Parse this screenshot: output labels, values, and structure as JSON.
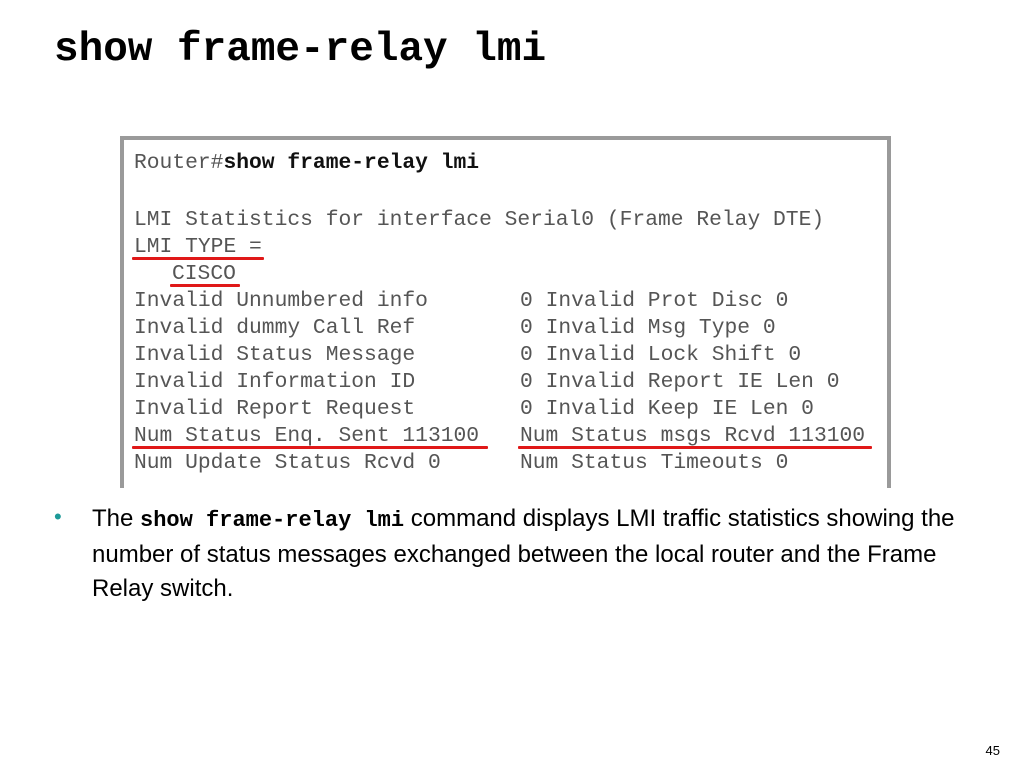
{
  "slide": {
    "title": "show frame-relay lmi",
    "page_number": "45"
  },
  "terminal": {
    "prompt": "Router#",
    "command": "show frame-relay lmi",
    "line_stats_header": "LMI Statistics for interface Serial0 (Frame Relay DTE)",
    "line_lmi_type": "LMI TYPE =",
    "line_cisco": "CISCO",
    "rows": [
      {
        "left": "Invalid Unnumbered info",
        "left_value": "0",
        "right": "Invalid Prot Disc 0"
      },
      {
        "left": "Invalid dummy Call Ref",
        "left_value": "0",
        "right": "Invalid Msg Type 0"
      },
      {
        "left": "Invalid Status Message",
        "left_value": "0",
        "right": "Invalid Lock Shift 0"
      },
      {
        "left": "Invalid Information ID",
        "left_value": "0",
        "right": "Invalid Report IE Len 0"
      },
      {
        "left": "Invalid Report Request",
        "left_value": "0",
        "right": "Invalid Keep IE Len 0"
      },
      {
        "left": "Num Status Enq. Sent 113100",
        "left_value": "",
        "right": "Num Status msgs Rcvd 113100"
      },
      {
        "left": "Num Update Status Rcvd 0",
        "left_value": "",
        "right": "Num Status Timeouts 0"
      }
    ],
    "highlight_color": "#e01818"
  },
  "bullet": {
    "prefix": "The ",
    "command": "show frame-relay lmi",
    "suffix": " command displays LMI traffic statistics showing the number of status messages exchanged between the local router and the Frame Relay switch.",
    "bullet_color": "#1d9a98"
  }
}
